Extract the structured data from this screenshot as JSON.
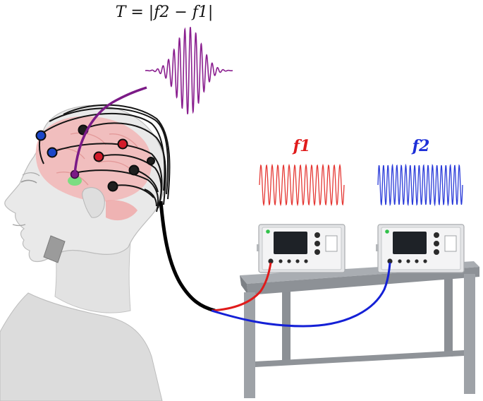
{
  "title_formula": "T = |f2 − f1|",
  "labels": {
    "f1": "f1",
    "f2": "f2"
  },
  "colors": {
    "envelope_wave": "#8a1f8f",
    "f1_wave": "#e53935",
    "f2_wave": "#2a3bd9",
    "f1_label": "#e01b1b",
    "f2_label": "#1d2fd8",
    "cable_main": "#000000",
    "cable_f1": "#e01b1b",
    "cable_f2": "#1420d6",
    "stim_lead": "#7b1a86",
    "table_top": "#a9adb2",
    "table_leg": "#8c9095",
    "device_body": "#e4e5e7",
    "device_screen": "#1e2227",
    "brain": "#f2b6b6",
    "skin": "#e9e9e9",
    "electrode_blue": "#1b46c8",
    "electrode_red": "#d21b2a",
    "electrode_black": "#1f1f1f",
    "electrode_green": "#6fe07a"
  },
  "components": {
    "head": "head-profile",
    "electrode_cap": "scalp-electrodes",
    "generator_1": "function-generator",
    "generator_2": "function-generator",
    "table": "lab-table"
  }
}
